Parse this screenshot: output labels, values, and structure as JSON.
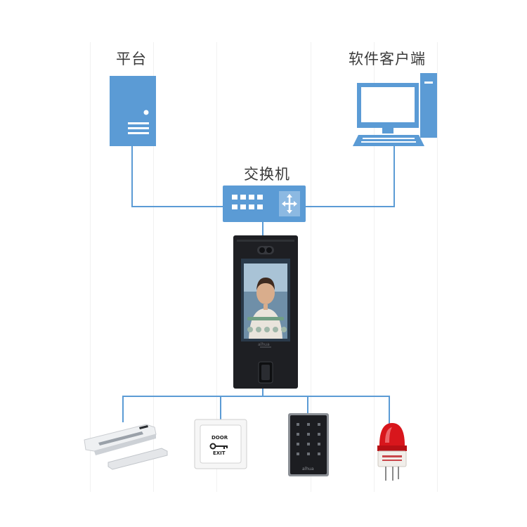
{
  "nodes": {
    "platform": {
      "label": "平台",
      "icon": "server-icon"
    },
    "client_software": {
      "label": "软件客户端",
      "icon": "desktop-computer-icon"
    },
    "switch": {
      "label": "交换机",
      "icon": "network-switch-icon"
    },
    "terminal": {
      "brand": "alhua",
      "icon": "face-recognition-terminal-icon"
    }
  },
  "peripherals": [
    {
      "icon": "magnetic-lock-icon"
    },
    {
      "icon": "exit-button-icon",
      "line1": "DOOR",
      "line2": "EXIT"
    },
    {
      "icon": "card-reader-icon",
      "brand": "alhua"
    },
    {
      "icon": "alarm-beacon-icon"
    }
  ],
  "colors": {
    "accent": "#5b9bd5",
    "device_body": "#1e1f23",
    "alarm_red": "#d8161c"
  }
}
